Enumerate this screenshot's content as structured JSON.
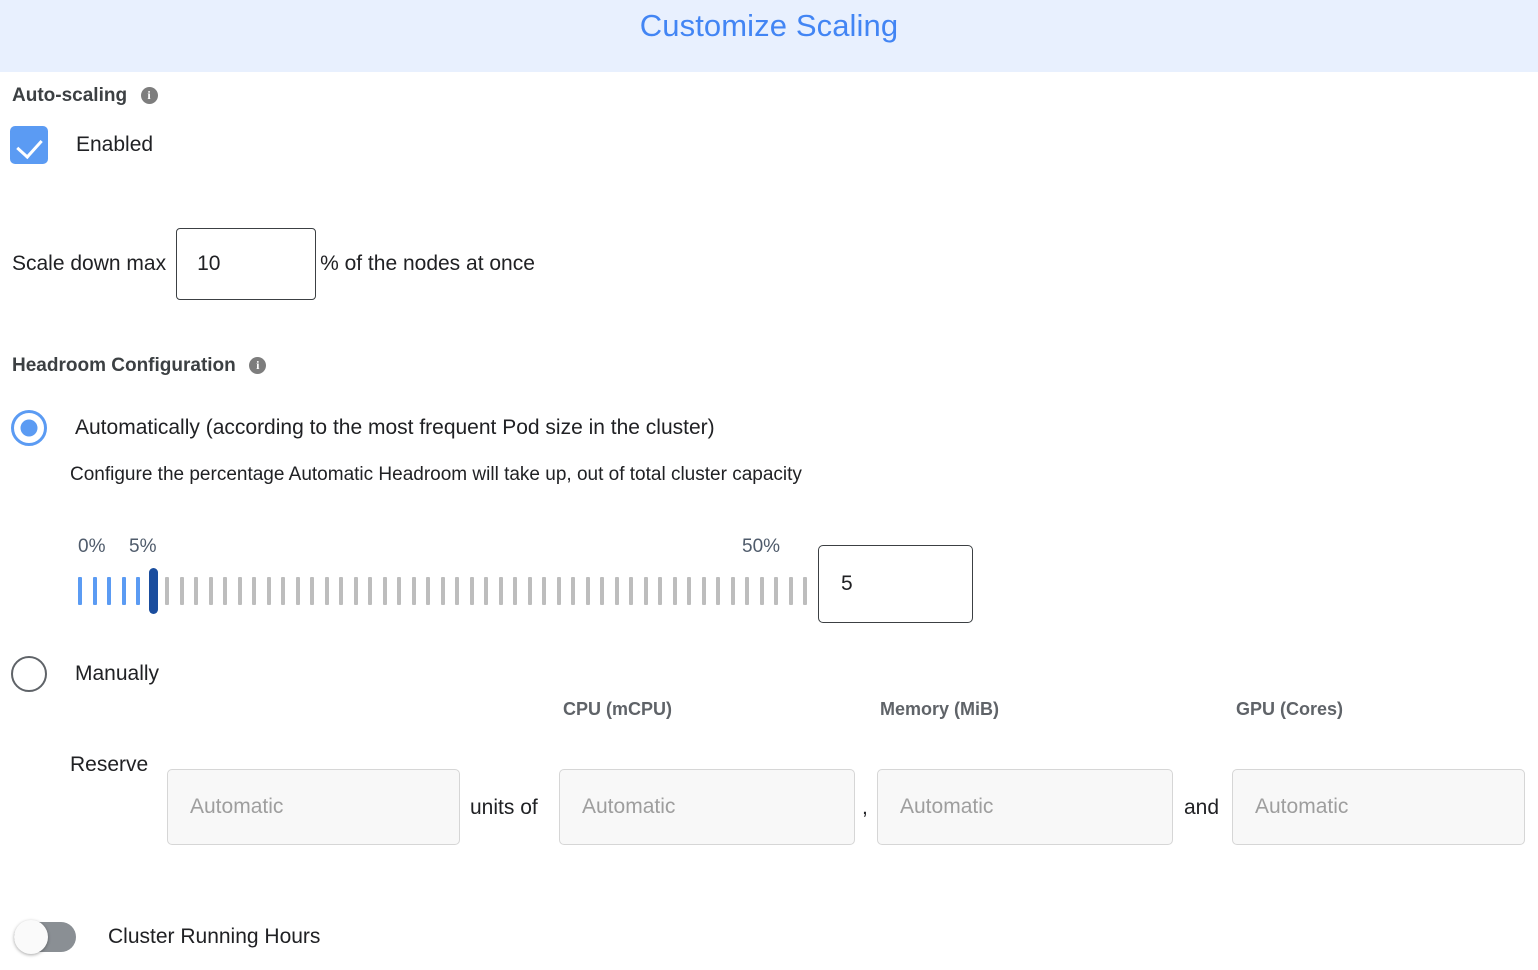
{
  "header": {
    "title": "Customize Scaling",
    "accent_color": "#4285f4",
    "band_color": "#e8f0fe"
  },
  "auto_scaling": {
    "section_label": "Auto-scaling",
    "info_glyph": "i",
    "enabled_label": "Enabled",
    "enabled_checked": true,
    "scale_down_prefix": "Scale down max",
    "scale_down_value": "10",
    "scale_down_suffix": "% of the nodes at once"
  },
  "headroom": {
    "section_label": "Headroom Configuration",
    "info_glyph": "i",
    "mode_auto_label": "Automatically (according to the most frequent Pod size in the cluster)",
    "mode_auto_selected": true,
    "auto_description": "Configure the percentage Automatic Headroom will take up, out of total cluster capacity",
    "slider": {
      "min_label": "0%",
      "current_label": "5%",
      "max_label": "50%",
      "min": 0,
      "max": 50,
      "value": 5,
      "tick_count": 51,
      "filled_color": "#5b9bf3",
      "empty_color": "#bdbdbd",
      "thumb_color": "#1a4d9e"
    },
    "slider_value_input": "5",
    "mode_manual_label": "Manually",
    "mode_manual_selected": false,
    "manual": {
      "reserve_label": "Reserve",
      "units_of_label": "units of",
      "comma_label": ",",
      "and_label": "and",
      "columns": [
        {
          "header": "",
          "placeholder": "Automatic"
        },
        {
          "header": "CPU (mCPU)",
          "placeholder": "Automatic"
        },
        {
          "header": "Memory (MiB)",
          "placeholder": "Automatic"
        },
        {
          "header": "GPU (Cores)",
          "placeholder": "Automatic"
        }
      ]
    }
  },
  "cluster_running_hours": {
    "label": "Cluster Running Hours",
    "enabled": false
  }
}
